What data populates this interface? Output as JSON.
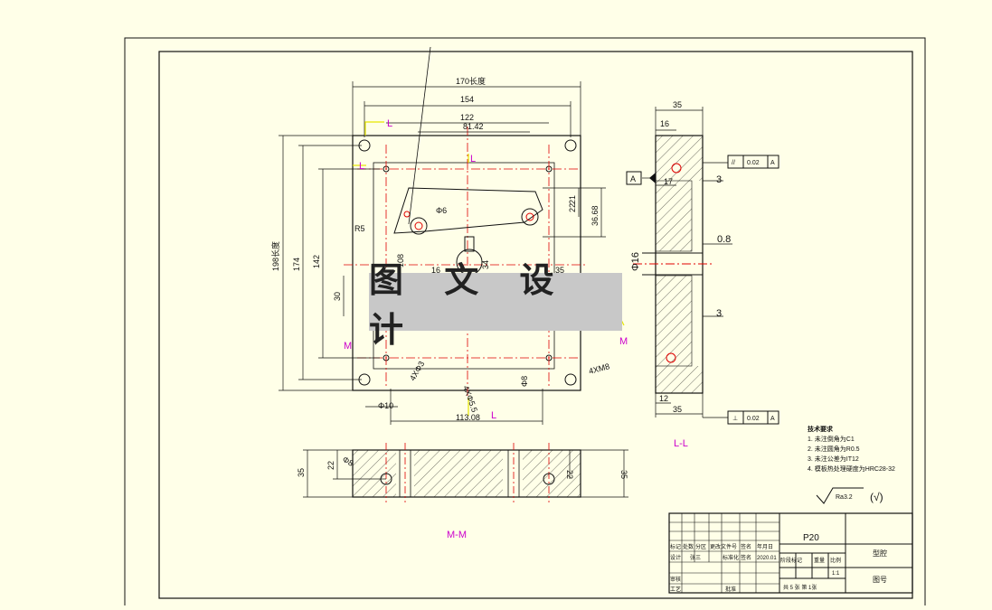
{
  "watermark": "图 文 设 计",
  "colors": {
    "background": "#ffffe8",
    "line": "#111111",
    "centerline": "#e00000",
    "magenta": "#cc00cc",
    "yellow": "#e6e600"
  },
  "top_view": {
    "dims": {
      "d170": "170长度",
      "d154": "154",
      "d122": "122",
      "d81_42": "81.42",
      "d198": "198长度",
      "d174": "174",
      "d142": "142",
      "d30": "30",
      "d108": "108",
      "d6": "Φ6",
      "r5": "R5",
      "d21": "21",
      "d22": "22",
      "d36_68": "36.68",
      "d16": "16",
      "d34": "34",
      "d35": "35",
      "d4x3": "4XΦ3",
      "d4x55": "4XΦ5.5",
      "d4xm8": "4XM8",
      "d8": "Φ8",
      "d10": "Φ10",
      "d113_08": "113.08"
    },
    "section_marks": {
      "l": "L",
      "m": "M"
    }
  },
  "side_view": {
    "dims": {
      "w35_top": "35",
      "d16": "16",
      "d17": "17",
      "d3_top": "3",
      "d0_8": "0.8",
      "phi16": "Φ16",
      "d3_bot": "3",
      "d12": "12",
      "w35_bot": "35"
    },
    "datum": "A",
    "tol_top": {
      "sym": "//",
      "value": "0.02",
      "ref": "A"
    },
    "tol_bot": {
      "sym": "⊥",
      "value": "0.02",
      "ref": "A"
    },
    "section_label": "L-L"
  },
  "front_view": {
    "dims": {
      "h35_l": "35",
      "h22_l": "22",
      "phi8": "Φ8",
      "h22_r": "22",
      "h35_r": "35"
    },
    "section_label": "M-M"
  },
  "tech_notes": {
    "title": "技术要求",
    "items": [
      "1. 未注倒角为C1",
      "2. 未注圆角为R0.5",
      "3. 未注公差为IT12",
      "4. 模板热处理硬度为HRC28-32"
    ]
  },
  "roughness": {
    "value": "Ra3.2",
    "mark": "(√)"
  },
  "title_block": {
    "part_name": "P20",
    "drawing_name": "型腔",
    "drawing_no": "图号",
    "row1": [
      "标记",
      "处数",
      "分区",
      "更改文件号",
      "签名",
      "年月日"
    ],
    "row2": [
      "设计",
      "张三",
      "",
      "标准化",
      "签名",
      "2020.01"
    ],
    "stage_label": "阶段标记",
    "weight_label": "重量",
    "scale_label": "比例",
    "scale_value": "1:1",
    "review": "审核",
    "process": "工艺",
    "approve": "批准",
    "sheets": "共 5 张 第 1张"
  }
}
